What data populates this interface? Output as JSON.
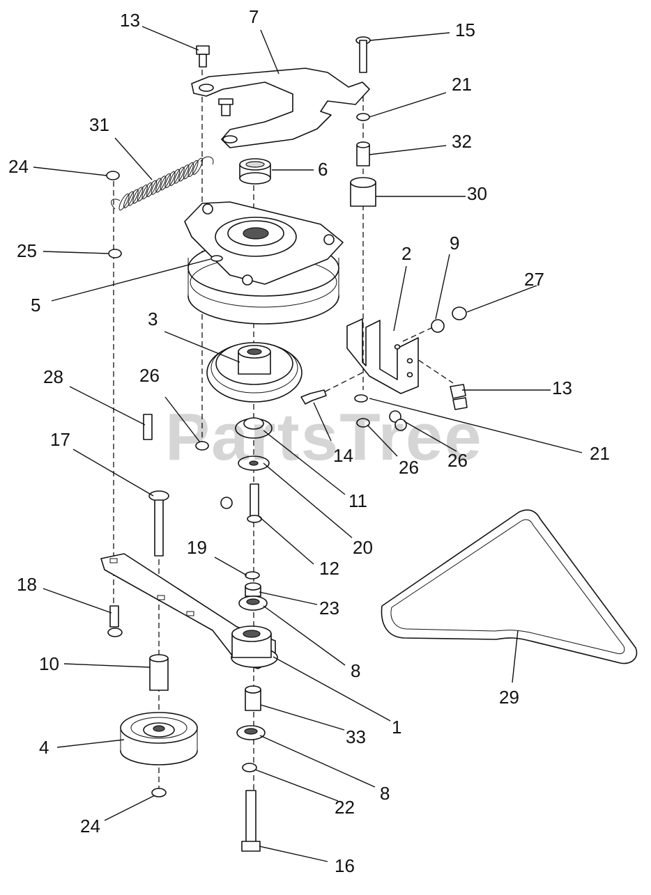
{
  "watermark": "PartsTree",
  "callouts": [
    "13",
    "7",
    "15",
    "21",
    "31",
    "32",
    "24",
    "6",
    "30",
    "25",
    "5",
    "9",
    "2",
    "27",
    "3",
    "28",
    "26",
    "13",
    "14",
    "21",
    "26",
    "26",
    "17",
    "11",
    "20",
    "12",
    "19",
    "23",
    "18",
    "8",
    "10",
    "1",
    "29",
    "33",
    "4",
    "8",
    "22",
    "24",
    "16"
  ],
  "colors": {
    "ink": "#111111",
    "paper": "#ffffff",
    "watermark": "#b5b5b5"
  }
}
